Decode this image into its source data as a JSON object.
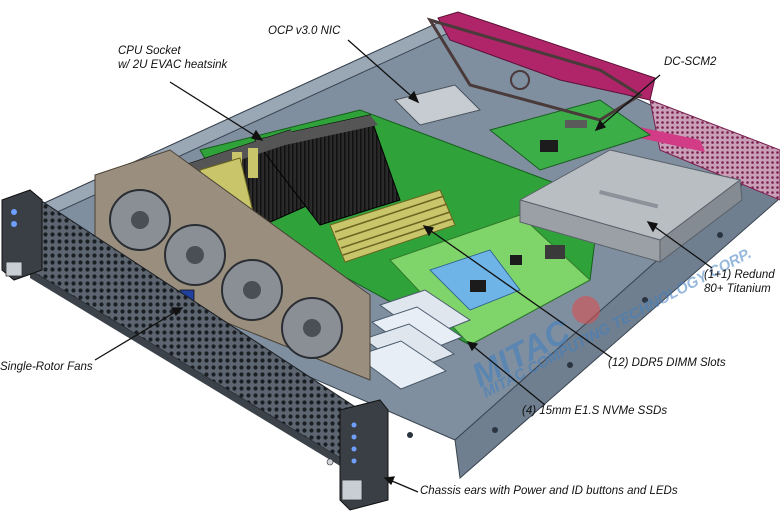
{
  "callouts": {
    "cpu_line1": "CPU Socket",
    "cpu_line2": "w/ 2U EVAC heatsink",
    "ocp": "OCP v3.0 NIC",
    "dcscm": "DC-SCM2",
    "psu_line1": "(1+1) Redund",
    "psu_line2": "80+ Titanium",
    "fans": "Single-Rotor Fans",
    "dimm": "(12) DDR5 DIMM Slots",
    "ssd": "(4) 15mm E1.S NVMe SSDs",
    "ears": "Chassis ears with Power and ID buttons and LEDs"
  },
  "watermark": {
    "logo": "MITAC",
    "text": "MITAC COMPUTING TECHNOLOGY CORP."
  },
  "colors": {
    "chassis": "#7f8fa0",
    "chassis_dark": "#4d5a68",
    "motherboard": "#2fa23a",
    "pcb_light": "#7fd46a",
    "dimm": "#c8c56a",
    "heatsink": "#2a2a2a",
    "psu": "#b9bec3",
    "magenta_frame": "#b0256a",
    "fan_frame": "#9a8f7e"
  }
}
